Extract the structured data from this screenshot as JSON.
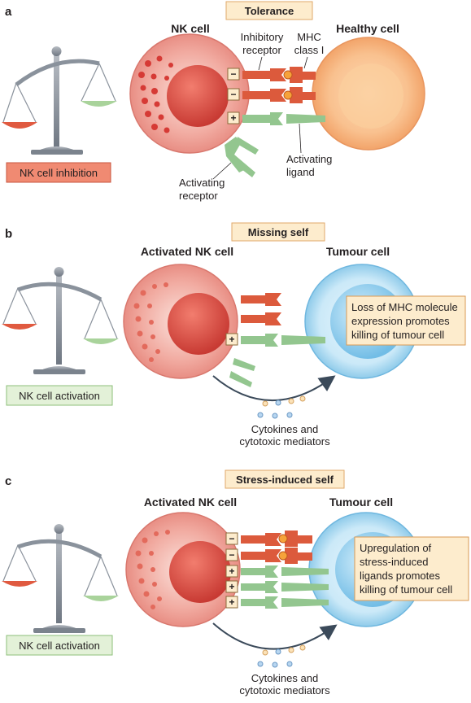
{
  "panels": [
    {
      "letter": "a",
      "title": "Tolerance",
      "nk_label": "NK cell",
      "target_label": "Healthy cell",
      "balance_label": "NK cell inhibition",
      "inhibitory_label": [
        "Inhibitory",
        "receptor"
      ],
      "mhc_label": [
        "MHC",
        "class I"
      ],
      "activating_ligand_label": [
        "Activating",
        "ligand"
      ],
      "activating_receptor_label": [
        "Activating",
        "receptor"
      ],
      "signs": [
        "−",
        "−",
        "+"
      ]
    },
    {
      "letter": "b",
      "title": "Missing self",
      "nk_label": "Activated NK cell",
      "target_label": "Tumour cell",
      "balance_label": "NK cell activation",
      "callout": [
        "Loss of MHC molecule",
        "expression promotes",
        "killing of tumour cell"
      ],
      "mediators_label": [
        "Cytokines and",
        "cytotoxic mediators"
      ],
      "signs": [
        "+"
      ]
    },
    {
      "letter": "c",
      "title": "Stress-induced self",
      "nk_label": "Activated NK cell",
      "target_label": "Tumour cell",
      "balance_label": "NK cell activation",
      "callout": [
        "Upregulation of",
        "stress-induced",
        "ligands promotes",
        "killing of tumour cell"
      ],
      "mediators_label": [
        "Cytokines and",
        "cytotoxic mediators"
      ],
      "signs": [
        "−",
        "−",
        "+",
        "+",
        "+"
      ]
    }
  ],
  "colors": {
    "nk_cell": "#ea8f86",
    "nucleus": "#d9453f",
    "healthy_cell": "#f6b37f",
    "tumour_cell": "#aedcf2",
    "inhibitory": "#dc5a3c",
    "activating": "#93c68f",
    "callout_bg": "#fdeccd",
    "inhibition_badge": "#f08a72",
    "activation_badge": "#e3f1d8"
  }
}
